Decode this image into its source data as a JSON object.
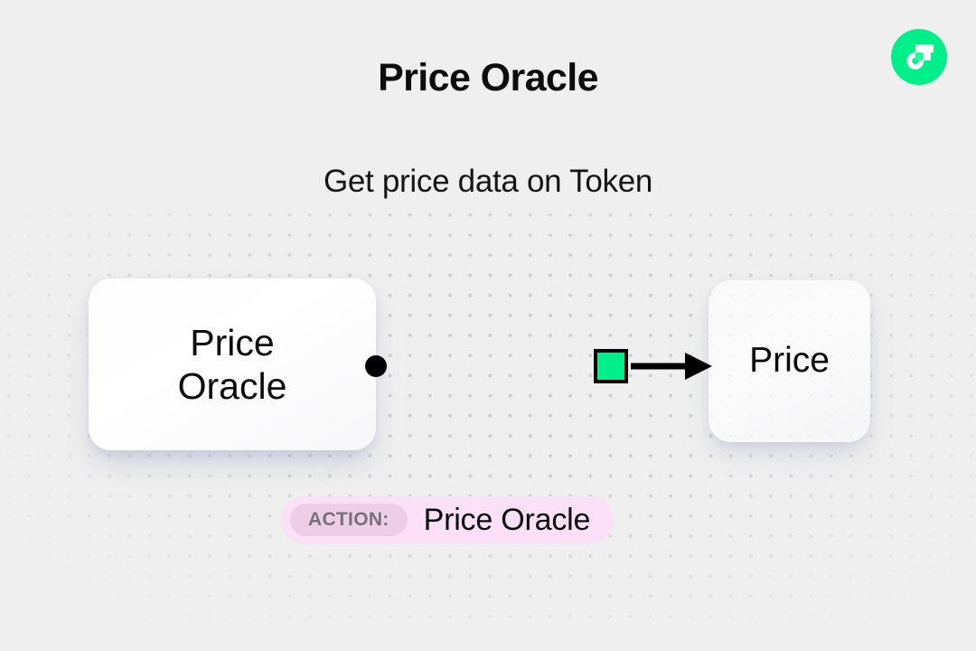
{
  "page": {
    "background_color": "#efefef",
    "title": "Price Oracle",
    "subtitle": "Get price data on Token"
  },
  "brand": {
    "logo_name": "flow-logo",
    "accent_color": "#00ef8b",
    "mark_color": "#ffffff"
  },
  "diagram": {
    "nodes": [
      {
        "id": "price-oracle",
        "label_line1": "Price",
        "label_line2": "Oracle"
      },
      {
        "id": "price",
        "label_line1": "Price",
        "label_line2": ""
      }
    ],
    "connector": {
      "source_handle": "dot",
      "target_handle": "arrow",
      "marker_color": "#00ef8b",
      "line_color": "#000000"
    }
  },
  "action": {
    "chip_label": "ACTION:",
    "value": "Price Oracle",
    "badge_color": "#fbe0f7",
    "chip_color": "#eccfe7",
    "chip_text_color": "#77717a"
  }
}
